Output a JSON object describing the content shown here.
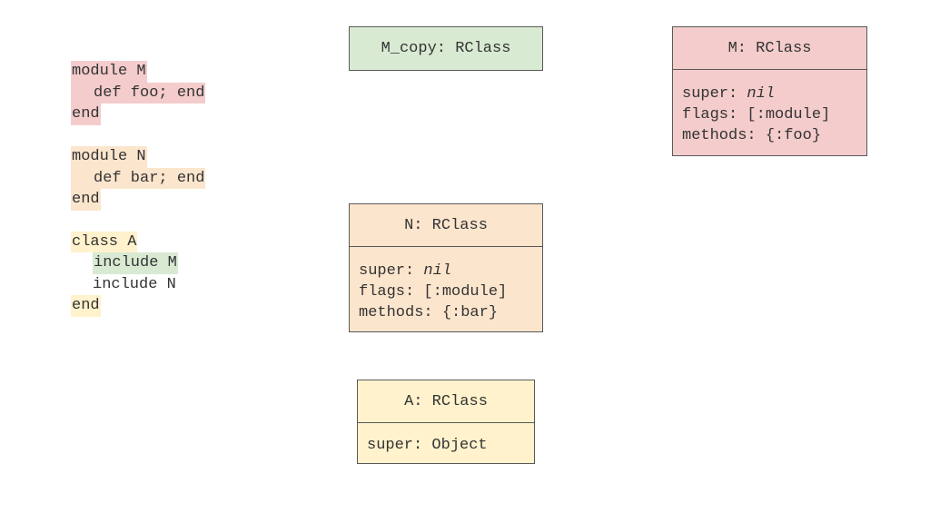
{
  "code": {
    "module_m": [
      "module M",
      "def foo; end",
      "end"
    ],
    "module_n": [
      "module N",
      "def bar; end",
      "end"
    ],
    "class_a": [
      "class A",
      "include M",
      "include N",
      "end"
    ]
  },
  "boxes": {
    "m_copy": {
      "title": "M_copy: RClass"
    },
    "m": {
      "title": "M: RClass",
      "super_label": "super: ",
      "super_value": "nil",
      "flags": "flags: [:module]",
      "methods": "methods: {:foo}"
    },
    "n": {
      "title": "N: RClass",
      "super_label": "super: ",
      "super_value": "nil",
      "flags": "flags: [:module]",
      "methods": "methods: {:bar}"
    },
    "a": {
      "title": "A: RClass",
      "super": "super: Object"
    }
  },
  "colors": {
    "module_m": "#f4cccc",
    "module_n": "#fce5cd",
    "class_a": "#fff2cc",
    "m_copy": "#d9ead3",
    "border": "#595959",
    "text": "#333333"
  }
}
